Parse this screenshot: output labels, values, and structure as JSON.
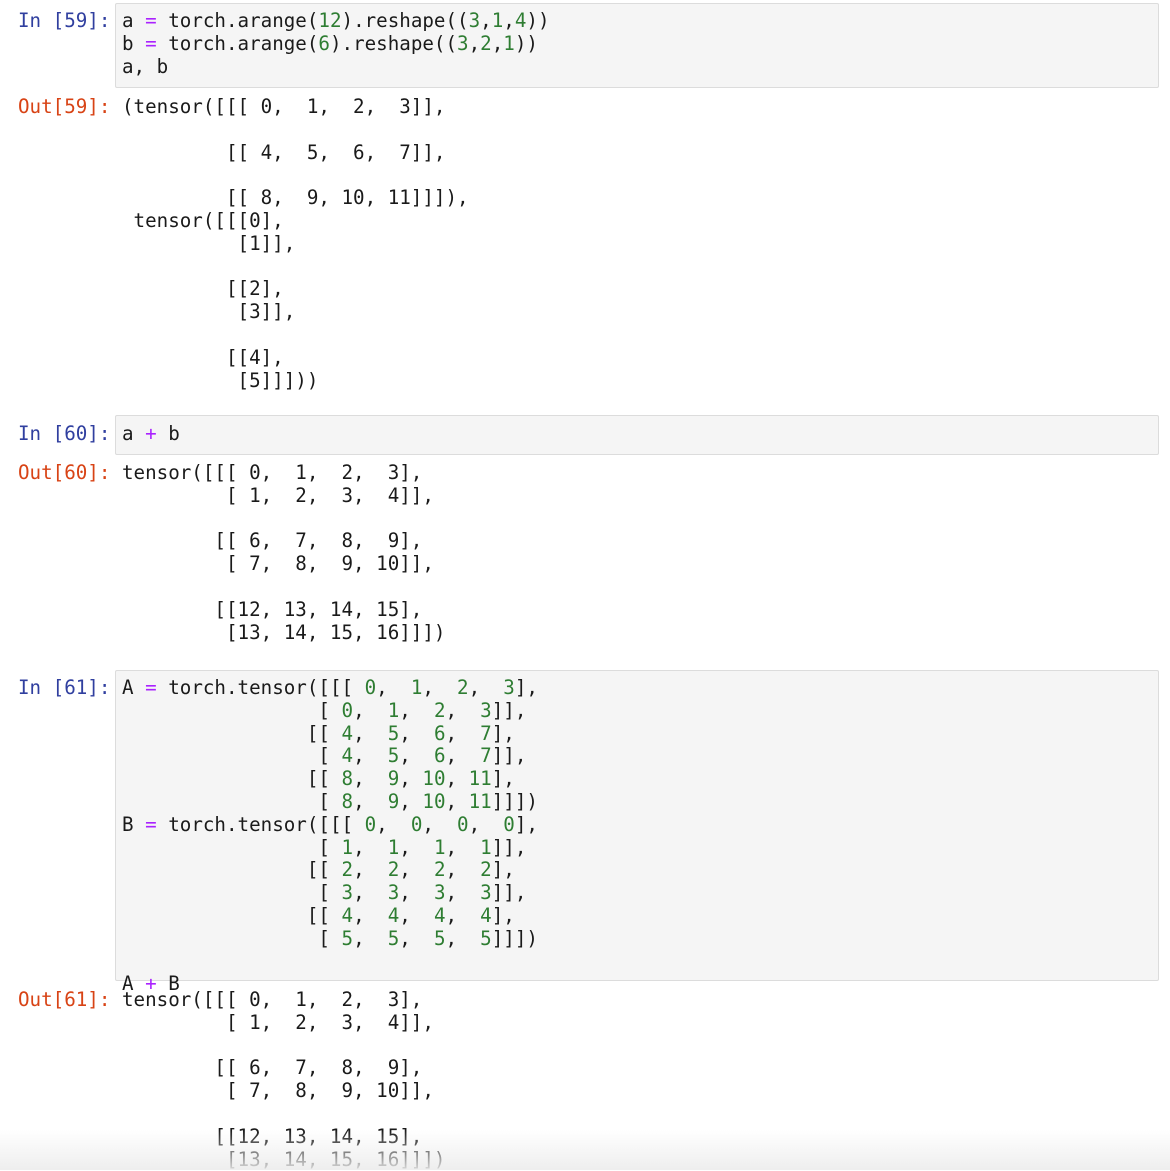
{
  "cells": [
    {
      "in_prompt": "In [59]:",
      "out_prompt": "Out[59]:",
      "code": [
        [
          [
            "t",
            "a "
          ],
          [
            "o",
            "="
          ],
          [
            "t",
            " torch.arange("
          ],
          [
            "n",
            "12"
          ],
          [
            "t",
            ").reshape(("
          ],
          [
            "n",
            "3"
          ],
          [
            "t",
            ","
          ],
          [
            "n",
            "1"
          ],
          [
            "t",
            ","
          ],
          [
            "n",
            "4"
          ],
          [
            "t",
            "))"
          ]
        ],
        [
          [
            "t",
            "b "
          ],
          [
            "o",
            "="
          ],
          [
            "t",
            " torch.arange("
          ],
          [
            "n",
            "6"
          ],
          [
            "t",
            ").reshape(("
          ],
          [
            "n",
            "3"
          ],
          [
            "t",
            ","
          ],
          [
            "n",
            "2"
          ],
          [
            "t",
            ","
          ],
          [
            "n",
            "1"
          ],
          [
            "t",
            "))"
          ]
        ],
        [
          [
            "t",
            "a, b"
          ]
        ]
      ],
      "output": "(tensor([[[ 0,  1,  2,  3]],\n\n         [[ 4,  5,  6,  7]],\n\n         [[ 8,  9, 10, 11]]]),\n tensor([[[0],\n          [1]],\n\n         [[2],\n          [3]],\n\n         [[4],\n          [5]]]))"
    },
    {
      "in_prompt": "In [60]:",
      "out_prompt": "Out[60]:",
      "code": [
        [
          [
            "t",
            "a "
          ],
          [
            "o",
            "+"
          ],
          [
            "t",
            " b"
          ]
        ]
      ],
      "output": "tensor([[[ 0,  1,  2,  3],\n         [ 1,  2,  3,  4]],\n\n        [[ 6,  7,  8,  9],\n         [ 7,  8,  9, 10]],\n\n        [[12, 13, 14, 15],\n         [13, 14, 15, 16]]])"
    },
    {
      "in_prompt": "In [61]:",
      "out_prompt": "Out[61]:",
      "code": [
        [
          [
            "t",
            "A "
          ],
          [
            "o",
            "="
          ],
          [
            "t",
            " torch.tensor([[[ "
          ],
          [
            "n",
            "0"
          ],
          [
            "t",
            ",  "
          ],
          [
            "n",
            "1"
          ],
          [
            "t",
            ",  "
          ],
          [
            "n",
            "2"
          ],
          [
            "t",
            ",  "
          ],
          [
            "n",
            "3"
          ],
          [
            "t",
            "],"
          ]
        ],
        [
          [
            "t",
            "                 [ "
          ],
          [
            "n",
            "0"
          ],
          [
            "t",
            ",  "
          ],
          [
            "n",
            "1"
          ],
          [
            "t",
            ",  "
          ],
          [
            "n",
            "2"
          ],
          [
            "t",
            ",  "
          ],
          [
            "n",
            "3"
          ],
          [
            "t",
            "]],"
          ]
        ],
        [
          [
            "t",
            "                [[ "
          ],
          [
            "n",
            "4"
          ],
          [
            "t",
            ",  "
          ],
          [
            "n",
            "5"
          ],
          [
            "t",
            ",  "
          ],
          [
            "n",
            "6"
          ],
          [
            "t",
            ",  "
          ],
          [
            "n",
            "7"
          ],
          [
            "t",
            "],"
          ]
        ],
        [
          [
            "t",
            "                 [ "
          ],
          [
            "n",
            "4"
          ],
          [
            "t",
            ",  "
          ],
          [
            "n",
            "5"
          ],
          [
            "t",
            ",  "
          ],
          [
            "n",
            "6"
          ],
          [
            "t",
            ",  "
          ],
          [
            "n",
            "7"
          ],
          [
            "t",
            "]],"
          ]
        ],
        [
          [
            "t",
            "                [[ "
          ],
          [
            "n",
            "8"
          ],
          [
            "t",
            ",  "
          ],
          [
            "n",
            "9"
          ],
          [
            "t",
            ", "
          ],
          [
            "n",
            "10"
          ],
          [
            "t",
            ", "
          ],
          [
            "n",
            "11"
          ],
          [
            "t",
            "],"
          ]
        ],
        [
          [
            "t",
            "                 [ "
          ],
          [
            "n",
            "8"
          ],
          [
            "t",
            ",  "
          ],
          [
            "n",
            "9"
          ],
          [
            "t",
            ", "
          ],
          [
            "n",
            "10"
          ],
          [
            "t",
            ", "
          ],
          [
            "n",
            "11"
          ],
          [
            "t",
            "]]])"
          ]
        ],
        [
          [
            "t",
            "B "
          ],
          [
            "o",
            "="
          ],
          [
            "t",
            " torch.tensor([[[ "
          ],
          [
            "n",
            "0"
          ],
          [
            "t",
            ",  "
          ],
          [
            "n",
            "0"
          ],
          [
            "t",
            ",  "
          ],
          [
            "n",
            "0"
          ],
          [
            "t",
            ",  "
          ],
          [
            "n",
            "0"
          ],
          [
            "t",
            "],"
          ]
        ],
        [
          [
            "t",
            "                 [ "
          ],
          [
            "n",
            "1"
          ],
          [
            "t",
            ",  "
          ],
          [
            "n",
            "1"
          ],
          [
            "t",
            ",  "
          ],
          [
            "n",
            "1"
          ],
          [
            "t",
            ",  "
          ],
          [
            "n",
            "1"
          ],
          [
            "t",
            "]],"
          ]
        ],
        [
          [
            "t",
            "                [[ "
          ],
          [
            "n",
            "2"
          ],
          [
            "t",
            ",  "
          ],
          [
            "n",
            "2"
          ],
          [
            "t",
            ",  "
          ],
          [
            "n",
            "2"
          ],
          [
            "t",
            ",  "
          ],
          [
            "n",
            "2"
          ],
          [
            "t",
            "],"
          ]
        ],
        [
          [
            "t",
            "                 [ "
          ],
          [
            "n",
            "3"
          ],
          [
            "t",
            ",  "
          ],
          [
            "n",
            "3"
          ],
          [
            "t",
            ",  "
          ],
          [
            "n",
            "3"
          ],
          [
            "t",
            ",  "
          ],
          [
            "n",
            "3"
          ],
          [
            "t",
            "]],"
          ]
        ],
        [
          [
            "t",
            "                [[ "
          ],
          [
            "n",
            "4"
          ],
          [
            "t",
            ",  "
          ],
          [
            "n",
            "4"
          ],
          [
            "t",
            ",  "
          ],
          [
            "n",
            "4"
          ],
          [
            "t",
            ",  "
          ],
          [
            "n",
            "4"
          ],
          [
            "t",
            "],"
          ]
        ],
        [
          [
            "t",
            "                 [ "
          ],
          [
            "n",
            "5"
          ],
          [
            "t",
            ",  "
          ],
          [
            "n",
            "5"
          ],
          [
            "t",
            ",  "
          ],
          [
            "n",
            "5"
          ],
          [
            "t",
            ",  "
          ],
          [
            "n",
            "5"
          ],
          [
            "t",
            "]]])"
          ]
        ],
        [
          [
            "t",
            ""
          ]
        ],
        [
          [
            "t",
            "A "
          ],
          [
            "o",
            "+"
          ],
          [
            "t",
            " B"
          ]
        ]
      ],
      "output": "tensor([[[ 0,  1,  2,  3],\n         [ 1,  2,  3,  4]],\n\n        [[ 6,  7,  8,  9],\n         [ 7,  8,  9, 10]],\n\n        [[12, 13, 14, 15],\n         [13, 14, 15, 16]]])"
    }
  ],
  "colors": {
    "in_prompt": "#303f9f",
    "out_prompt": "#d84315",
    "number": "#2e7d32",
    "operator": "#aa22ff",
    "cell_background": "#f5f5f5"
  }
}
